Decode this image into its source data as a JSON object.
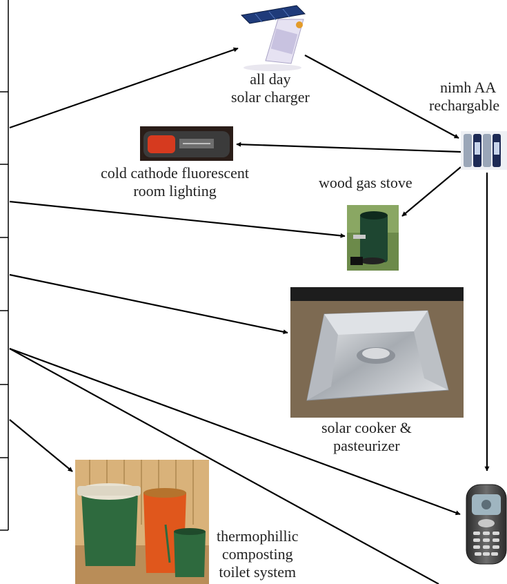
{
  "nodes": {
    "charger": {
      "lines": [
        "all day",
        "solar charger"
      ]
    },
    "batteries": {
      "lines": [
        "nimh AA",
        "rechargable"
      ]
    },
    "lighting": {
      "lines": [
        "cold cathode fluorescent",
        "room lighting"
      ]
    },
    "stove": {
      "lines": [
        "wood gas stove"
      ]
    },
    "cooker": {
      "lines": [
        "solar cooker &",
        "pasteurizer"
      ]
    },
    "toilet": {
      "lines": [
        "thermophillic",
        "composting",
        "toilet system"
      ]
    }
  },
  "colors": {
    "arrow": "#000000",
    "bucket_green": "#2e6a3e",
    "bucket_orange": "#e0571c",
    "wood": "#d9b27a",
    "phone": "#3a3a3a",
    "foil": "#c9ccd0"
  }
}
